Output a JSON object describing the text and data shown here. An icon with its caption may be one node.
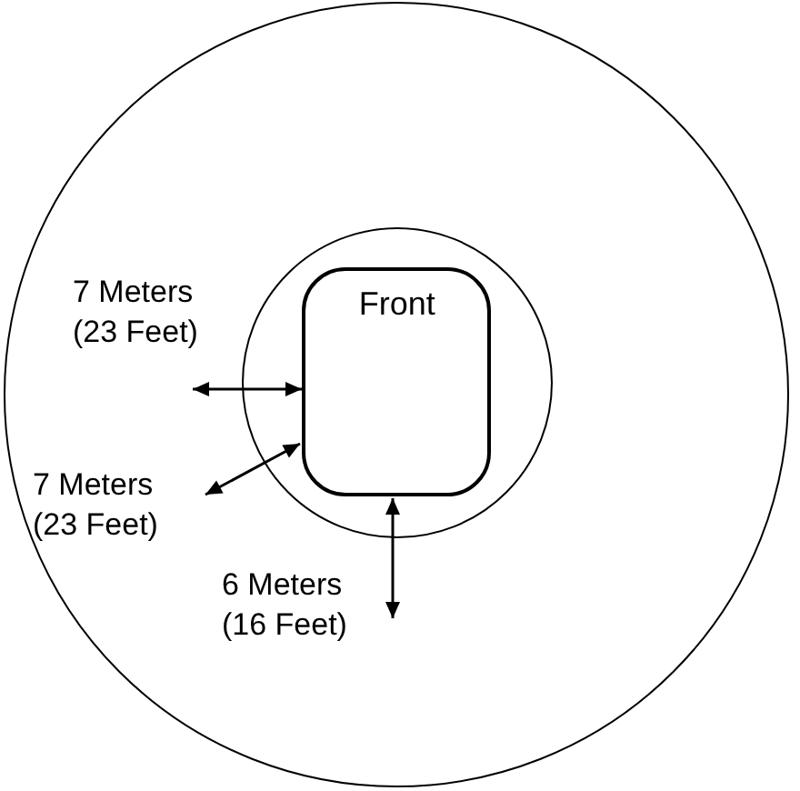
{
  "diagram": {
    "nodes": [
      {
        "text": [],
        "shape": "circle"
      },
      {
        "text": [],
        "shape": "circle",
        "in": 0
      },
      {
        "text": [
          "Front"
        ],
        "in": 1
      }
    ],
    "labels": [
      "7 Meters (23 Feet)",
      "7 Meters (23 Feet)",
      "6 Meters (16 Feet)"
    ]
  }
}
